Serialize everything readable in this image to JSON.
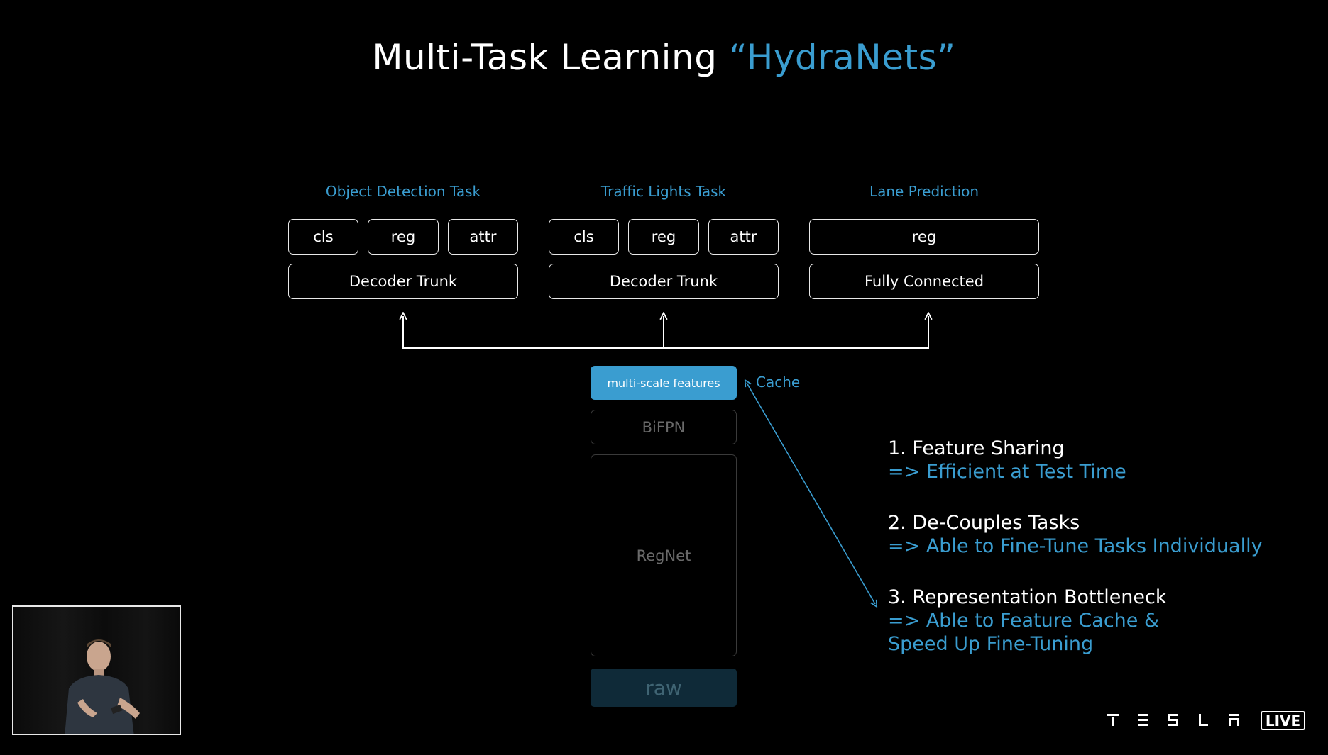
{
  "title": {
    "main": "Multi-Task Learning ",
    "accent": "“HydraNets”"
  },
  "tasks": [
    {
      "label": "Object Detection Task",
      "heads": [
        "cls",
        "reg",
        "attr"
      ],
      "trunk": "Decoder Trunk"
    },
    {
      "label": "Traffic Lights Task",
      "heads": [
        "cls",
        "reg",
        "attr"
      ],
      "trunk": "Decoder Trunk"
    },
    {
      "label": "Lane Prediction",
      "heads": [
        "reg"
      ],
      "trunk": "Fully Connected"
    }
  ],
  "backbone": {
    "features": "multi-scale features",
    "cache": "Cache",
    "bifpn": "BiFPN",
    "regnet": "RegNet",
    "input": "raw"
  },
  "points": [
    {
      "heading": "1. Feature Sharing",
      "sub": [
        "=> Efficient at Test Time"
      ]
    },
    {
      "heading": "2. De-Couples Tasks",
      "sub": [
        "=> Able to Fine-Tune Tasks Individually"
      ]
    },
    {
      "heading": "3. Representation Bottleneck",
      "sub": [
        "=> Able to Feature Cache &",
        "Speed Up Fine-Tuning"
      ]
    }
  ],
  "footer": {
    "brand": "T E S L A",
    "live": "LIVE"
  },
  "colors": {
    "accent": "#3a9dd0",
    "background": "#000000",
    "box_border": "#e8e8e8"
  }
}
